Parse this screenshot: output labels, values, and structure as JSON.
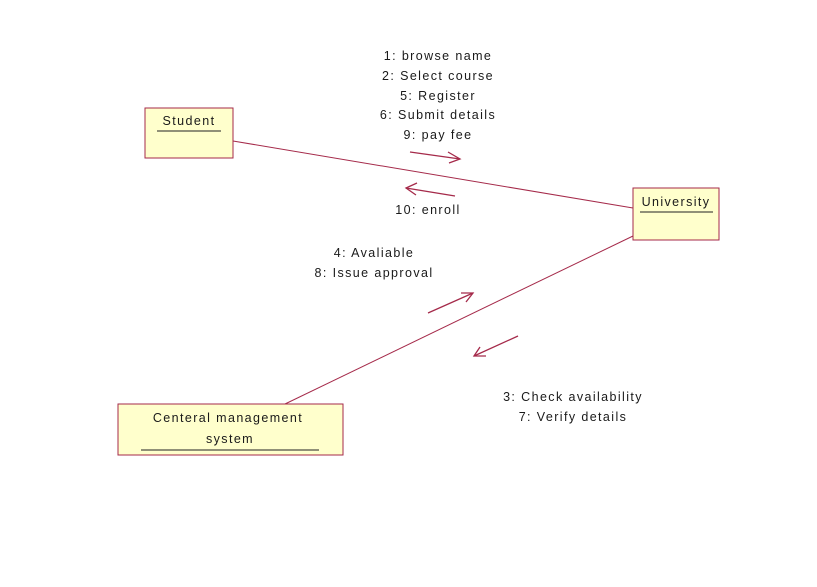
{
  "objects": {
    "student": {
      "label": "Student"
    },
    "university": {
      "label": "University"
    },
    "central": {
      "label_line1": "Centeral management",
      "label_line2": "system"
    }
  },
  "messages": {
    "student_to_university": [
      "1: browse name",
      "2: Select course",
      "5: Register",
      "6: Submit details",
      "9: pay fee"
    ],
    "university_to_student": [
      "10: enroll"
    ],
    "central_to_university": [
      "4: Avaliable",
      "8: Issue approval"
    ],
    "university_to_central": [
      "3: Check availability",
      "7: Verify details"
    ]
  },
  "colors": {
    "box_fill": "#ffffcc",
    "box_border": "#a52a4a",
    "link": "#a52a4a",
    "text": "#1a1a1a"
  }
}
